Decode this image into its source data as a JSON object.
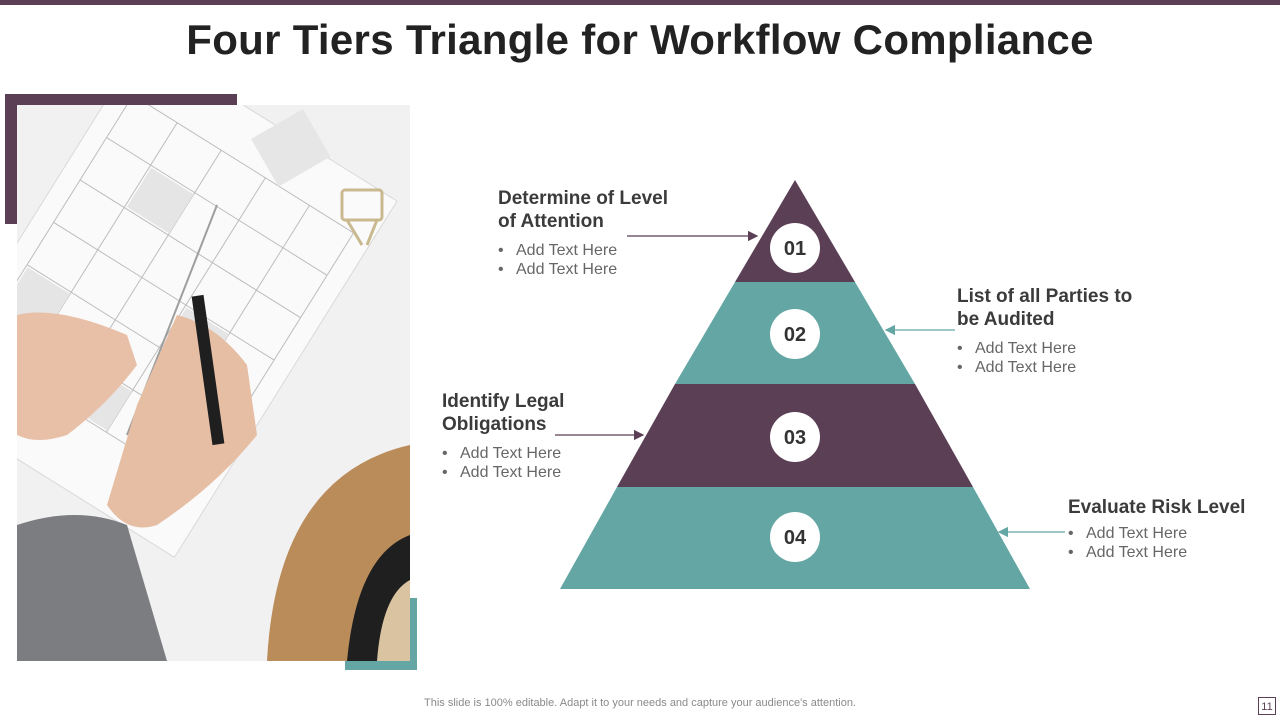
{
  "title": "Four Tiers Triangle for Workflow Compliance",
  "colors": {
    "plum": "#5b3f55",
    "teal": "#63a6a4"
  },
  "tiers": [
    {
      "number": "01",
      "color": "#5b3f55"
    },
    {
      "number": "02",
      "color": "#63a6a4"
    },
    {
      "number": "03",
      "color": "#5b3f55"
    },
    {
      "number": "04",
      "color": "#63a6a4"
    }
  ],
  "blocks": [
    {
      "heading_line1": "Determine of Level",
      "heading_line2": "of Attention",
      "bullets": [
        "Add Text Here",
        "Add Text Here"
      ]
    },
    {
      "heading_line1": "List of all Parties to",
      "heading_line2": "be Audited",
      "bullets": [
        "Add Text Here",
        "Add Text Here"
      ]
    },
    {
      "heading_line1": "Identify Legal",
      "heading_line2": "Obligations",
      "bullets": [
        "Add Text Here",
        "Add Text Here"
      ]
    },
    {
      "heading_line1": "Evaluate Risk Level",
      "heading_line2": "",
      "bullets": [
        "Add Text Here",
        "Add Text Here"
      ]
    }
  ],
  "footer": "This slide is 100% editable. Adapt it to your needs and capture your audience's attention.",
  "page_number": "11"
}
